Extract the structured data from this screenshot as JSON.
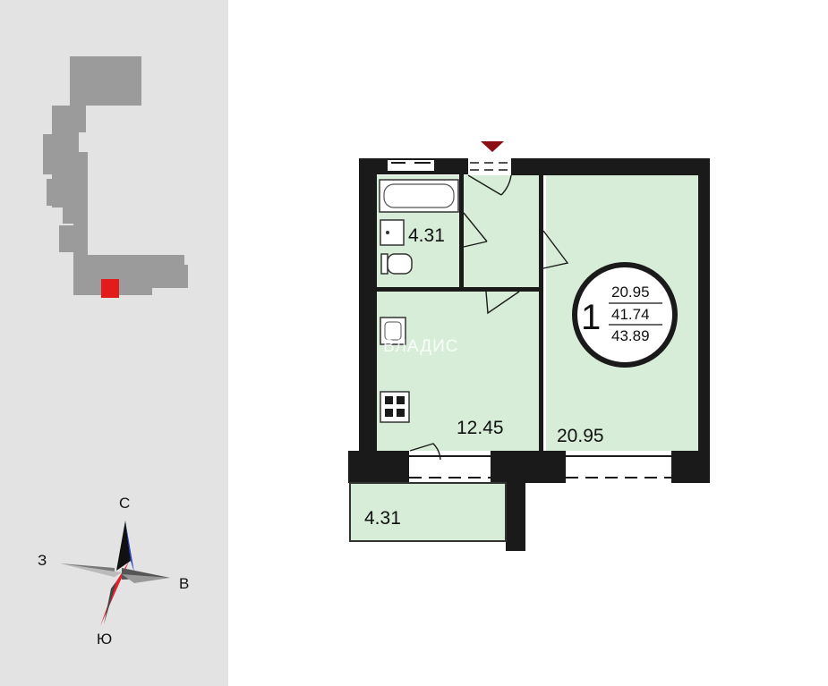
{
  "compass": {
    "north": "С",
    "east": "В",
    "south": "Ю",
    "west": "З"
  },
  "rooms": {
    "bathroom_area": "4.31",
    "kitchen_area": "12.45",
    "living_area": "20.95",
    "balcony_area": "4.31"
  },
  "badge": {
    "rooms_count": "1",
    "living": "20.95",
    "total": "41.74",
    "total_with_balcony": "43.89"
  },
  "watermark": "ВЛАДИС",
  "colors": {
    "room_fill": "#d7edd7",
    "wall": "#1a1a1a",
    "building_shape": "#9b9b9b",
    "apartment_marker": "#e41b1b",
    "entrance_marker": "#8b0e14",
    "compass_north": "#1d3fd8",
    "compass_south": "#e0202a",
    "panel_bg": "#e3e3e3"
  },
  "icons": [
    "building-floorplan-shape",
    "apartment-marker",
    "compass-rose",
    "entrance-arrow-icon",
    "bathtub-icon",
    "sink-icon",
    "toilet-icon",
    "stove-icon"
  ]
}
